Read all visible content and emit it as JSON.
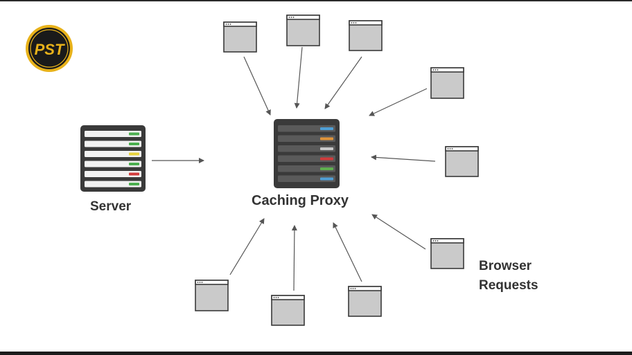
{
  "logo": {
    "text": "PST"
  },
  "server": {
    "label": "Server"
  },
  "proxy": {
    "label": "Caching Proxy"
  },
  "browser_requests": {
    "line1": "Browser",
    "line2": "Requests"
  },
  "colors": {
    "server_leds": [
      "#4caf50",
      "#4caf50",
      "#e6d23a",
      "#4caf50",
      "#d13b3b",
      "#4caf50"
    ],
    "proxy_leds": [
      "#4f9fd6",
      "#e0943a",
      "#c9c9c9",
      "#d13b3b",
      "#5fb04f",
      "#4f9fd6"
    ],
    "rack": "#3a3a3a",
    "browser_fill": "#c8c8c8",
    "logo_ring": "#e8b21a"
  }
}
